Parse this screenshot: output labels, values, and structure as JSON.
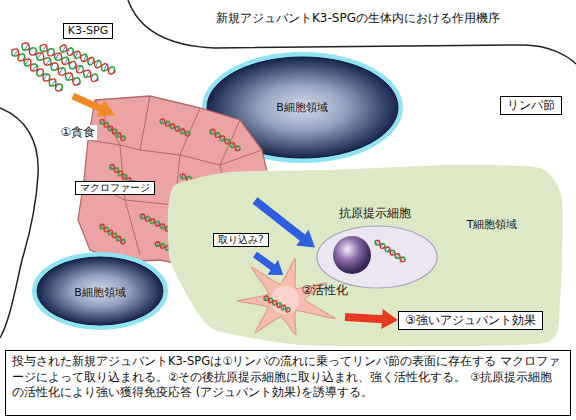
{
  "diagram": {
    "title": "新規アジュバントK3-SPGの生体内における作用機序",
    "caption": "投与された新規アジュバントK3-SPGは①リンパの流れに乗ってリンパ節の表面に存在する マクロファージによって取り込まれる。②その後抗原提示細胞に取り込まれ、強く活性化する。 ③抗原提示細胞の活性化により強い獲得免疫応答 (アジュバント効果)を誘導する。",
    "nodes": [
      {
        "text": [
          "K3-SPG"
        ]
      },
      {
        "text": [
          "B細胞領域"
        ]
      },
      {
        "text": [
          "リンパ節"
        ]
      },
      {
        "text": [
          "マクロファージ"
        ]
      },
      {
        "text": [
          "T細胞領域"
        ]
      },
      {
        "text": [
          "抗原提示細胞"
        ],
        "in": 4
      },
      {
        "text": [
          "B細胞領域"
        ]
      },
      {
        "text": [
          "②活性化"
        ],
        "in": 4
      },
      {
        "text": [
          "③強いアジュバント効果"
        ],
        "in": 4
      }
    ],
    "edges": [
      {
        "from": 0,
        "to": 3,
        "label": "①貪食",
        "arrow": "to"
      },
      {
        "from": 3,
        "to": 5,
        "arrow": "to"
      },
      {
        "from": 3,
        "to": 7,
        "arrow": "to"
      },
      {
        "from": 7,
        "to": 8,
        "arrow": "to"
      }
    ],
    "labels": [
      "取り込み?"
    ]
  }
}
